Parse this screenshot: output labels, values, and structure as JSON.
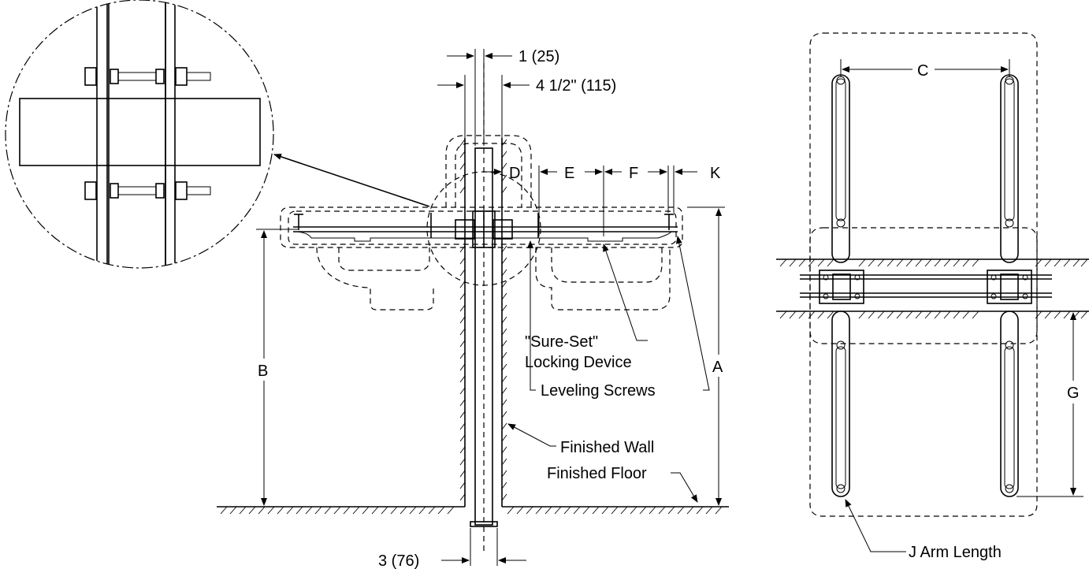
{
  "labels": {
    "dim_1": "1 (25)",
    "dim_4_5": "4 1/2\" (115)",
    "dim_3": "3 (76)",
    "D": "D",
    "E": "E",
    "F": "F",
    "K": "K",
    "A": "A",
    "B": "B",
    "C": "C",
    "G": "G",
    "sure_set_1": "\"Sure-Set\"",
    "sure_set_2": "Locking Device",
    "leveling": "Leveling Screws",
    "finished_wall": "Finished Wall",
    "finished_floor": "Finished Floor",
    "j_arm": "J Arm Length"
  }
}
